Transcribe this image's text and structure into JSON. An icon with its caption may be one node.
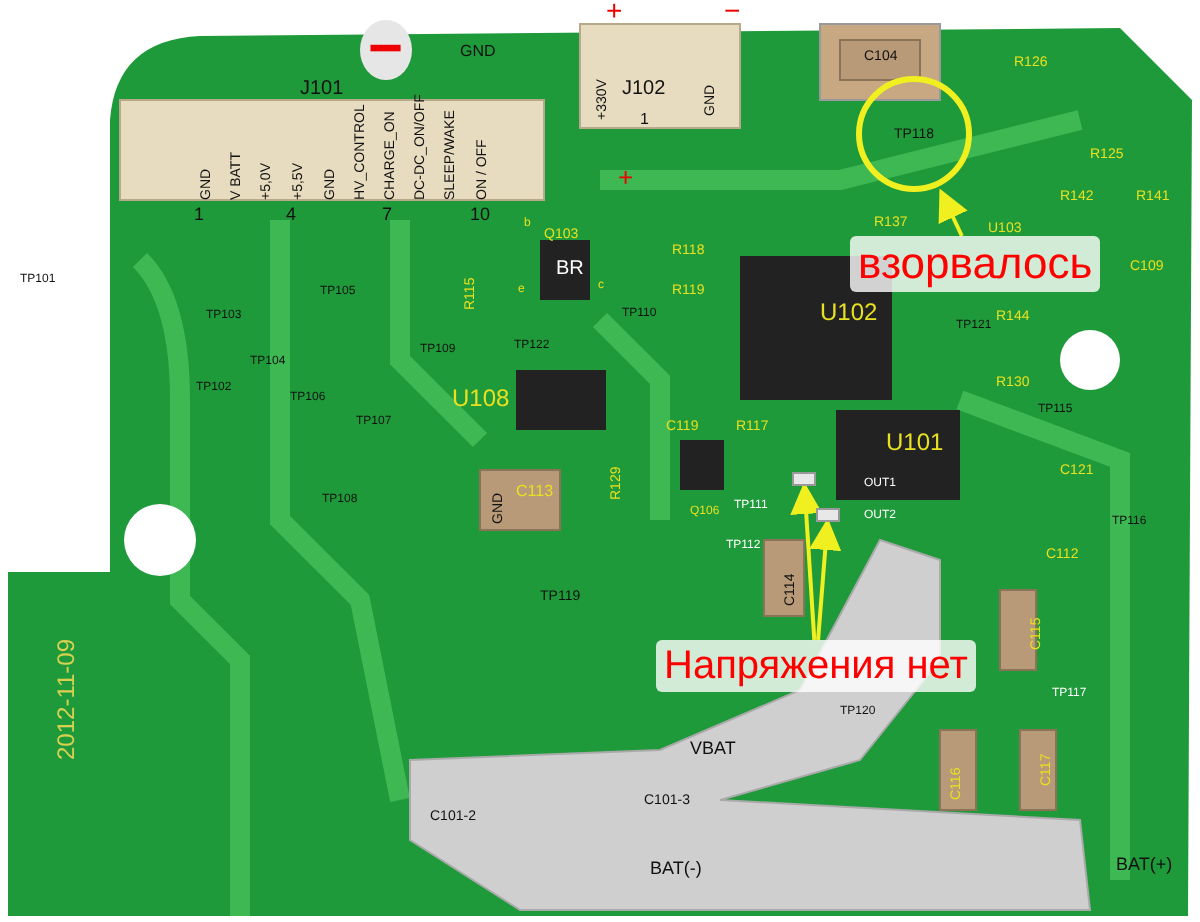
{
  "diagram": {
    "nodes": [
      {
        "text": [
          "взорвалось"
        ]
      },
      {
        "text": [
          "TP118"
        ]
      },
      {
        "text": [
          "Напряжения нет"
        ]
      },
      {
        "text": [],
        "shape": "box"
      },
      {
        "text": [],
        "shape": "box"
      }
    ],
    "edges": [
      {
        "from": 0,
        "to": 1,
        "arrow": "to"
      },
      {
        "from": 2,
        "to": 3,
        "arrow": "to"
      },
      {
        "from": 2,
        "to": 4,
        "arrow": "to"
      }
    ],
    "labels": [
      "GND",
      "−",
      "J101",
      "GND",
      "V BATT",
      "+5,0V",
      "+5,5V",
      "GND",
      "HV_CONTROL",
      "CHARGE_ON",
      "DC-DC_ON/OFF",
      "SLEEP/WAKE",
      "ON / OFF",
      "1",
      "4",
      "7",
      "10",
      "+",
      "−",
      "J102",
      "+330V",
      "GND",
      "1",
      "+",
      "C104",
      "R126",
      "R125",
      "R142",
      "R141",
      "U103",
      "C109",
      "R137",
      "R118",
      "R119",
      "U102",
      "TP121",
      "R144",
      "R130",
      "Q103",
      "b",
      "BR",
      "e",
      "c",
      "R115",
      "TP122",
      "TP101",
      "TP103",
      "TP105",
      "TP109",
      "TP110",
      "TP102",
      "TP104",
      "TP106",
      "TP107",
      "U108",
      "TP108",
      "C113",
      "GND",
      "R129",
      "C119",
      "R117",
      "U101",
      "TP115",
      "C121",
      "TP116",
      "OUT1",
      "OUT2",
      "C112",
      "Q106",
      "TP111",
      "TP112",
      "TP119",
      "C114",
      "C115",
      "TP120",
      "TP117",
      "2012-11-09",
      "VBAT",
      "C116",
      "C117",
      "C101-2",
      "C101-3",
      "BAT(-)",
      "BAT(+)"
    ]
  }
}
